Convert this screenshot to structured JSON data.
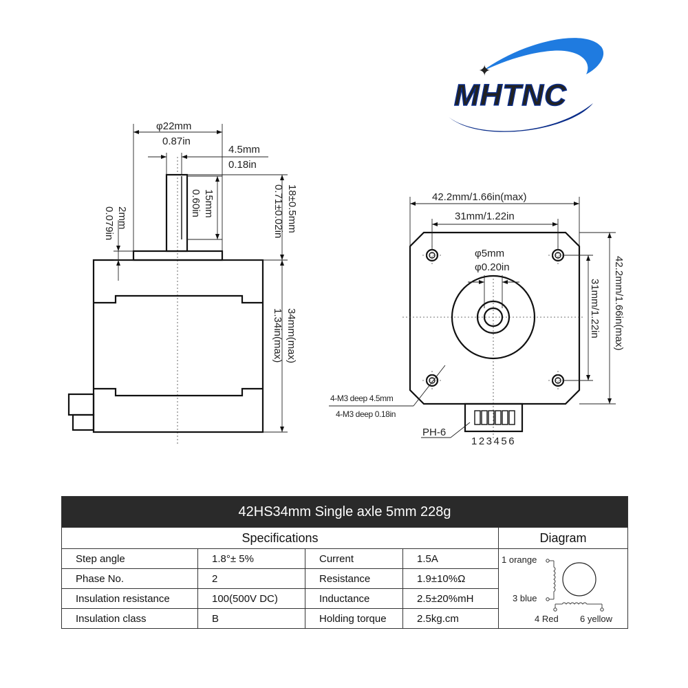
{
  "brand": {
    "name": "MHTNC",
    "color_primary": "#1f7be0",
    "color_dark": "#0a2d8a"
  },
  "side_view": {
    "dim_shaft_dia_mm": "φ22mm",
    "dim_shaft_dia_in": "0.87in",
    "dim_flat_mm": "4.5mm",
    "dim_flat_in": "0.18in",
    "dim_flat_len_mm": "15mm",
    "dim_flat_len_in": "0.60in",
    "dim_shaft_len_mm": "18±0.5mm",
    "dim_shaft_len_in": "0.71±0.02in",
    "dim_boss_mm": "2mm",
    "dim_boss_in": "0.079in",
    "dim_body_mm": "34mm(max)",
    "dim_body_in": "1.34in(max)"
  },
  "front_view": {
    "dim_width": "42.2mm/1.66in(max)",
    "dim_hole_spacing": "31mm/1.22in",
    "dim_shaft_mm": "φ5mm",
    "dim_shaft_in": "φ0.20in",
    "dim_height": "42.2mm/1.66in(max)",
    "dim_hole_spacing_v": "31mm/1.22in",
    "hole_note_mm": "4-M3 deep 4.5mm",
    "hole_note_in": "4-M3 deep 0.18in",
    "connector_label": "PH-6",
    "pin_numbers": "123456"
  },
  "table": {
    "title": "42HS34mm Single axle  5mm  228g",
    "spec_header": "Specifications",
    "diagram_header": "Diagram",
    "rows": [
      {
        "p1": "Step angle",
        "v1": "1.8°± 5%",
        "p2": "Current",
        "v2": "1.5A"
      },
      {
        "p1": "Phase No.",
        "v1": "2",
        "p2": "Resistance",
        "v2": "1.9±10%Ω"
      },
      {
        "p1": "Insulation resistance",
        "v1": "100(500V  DC)",
        "p2": "Inductance",
        "v2": "2.5±20%mH"
      },
      {
        "p1": "Insulation class",
        "v1": "B",
        "p2": "Holding torque",
        "v2": "2.5kg.cm"
      }
    ],
    "wiring": {
      "wire1": "1 orange",
      "wire3": "3 blue",
      "wire4": "4 Red",
      "wire6": "6 yellow"
    }
  }
}
